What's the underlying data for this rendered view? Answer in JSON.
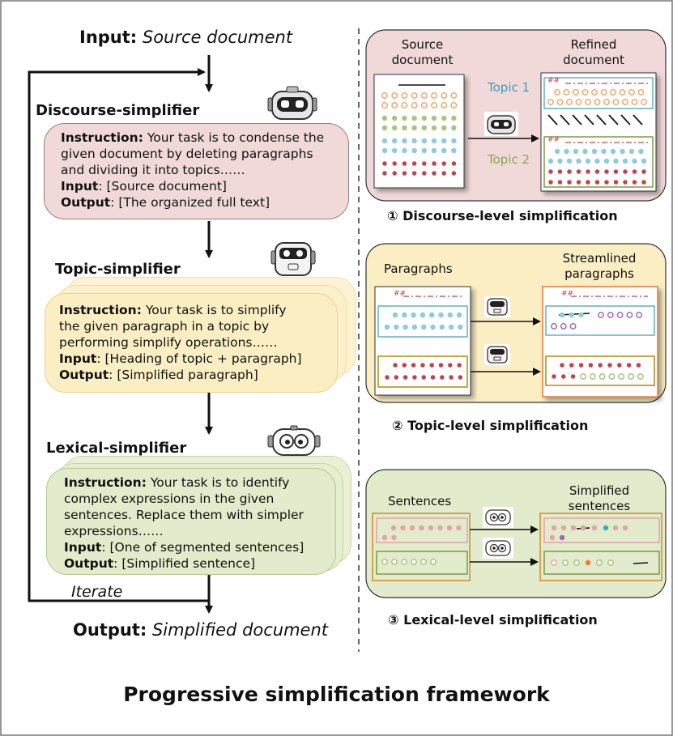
{
  "left": {
    "input_label": "Input:",
    "input_value": "Source document",
    "output_label": "Output:",
    "output_value": "Simplified document",
    "iterate": "Iterate",
    "stages": [
      {
        "name": "Discourse-simplifier",
        "color": "#f2d9d9",
        "lines": [
          {
            "b": "Instruction:",
            "t": " Your task is to condense the"
          },
          {
            "b": "",
            "t": "given document by deleting paragraphs"
          },
          {
            "b": "",
            "t": "and dividing it into topics……"
          },
          {
            "b": "Input",
            "t": ": [Source document]"
          },
          {
            "b": "Output",
            "t": ": [The organized full text]"
          }
        ]
      },
      {
        "name": "Topic-simplifier",
        "color": "#fbeec3",
        "lines": [
          {
            "b": "Instruction:",
            "t": " Your task is to simplify"
          },
          {
            "b": "",
            "t": "the given paragraph in a topic by"
          },
          {
            "b": "",
            "t": "performing simplify operations……"
          },
          {
            "b": "Input",
            "t": ": [Heading of topic + paragraph]"
          },
          {
            "b": "Output",
            "t": ": [Simplified paragraph]"
          }
        ]
      },
      {
        "name": "Lexical-simplifier",
        "color": "#e2ebcb",
        "lines": [
          {
            "b": "Instruction:",
            "t": " Your task is to identify"
          },
          {
            "b": "",
            "t": "complex expressions in the given"
          },
          {
            "b": "",
            "t": "sentences. Replace them with simpler"
          },
          {
            "b": "",
            "t": "expressions……"
          },
          {
            "b": "Input",
            "t": ": [One of segmented sentences]"
          },
          {
            "b": "Output",
            "t": ": [Simplified sentence]"
          }
        ]
      }
    ]
  },
  "right": {
    "discourse": {
      "left_title": [
        "Source",
        "document"
      ],
      "right_title": [
        "Refined",
        "document"
      ],
      "topic1": "Topic 1",
      "topic2": "Topic 2",
      "heading_mark": "##",
      "caption": "① Discourse-level simplification"
    },
    "topic": {
      "left_title": "Paragraphs",
      "right_title": [
        "Streamlined",
        "paragraphs"
      ],
      "heading_mark": "##",
      "caption": "② Topic-level simplification"
    },
    "lexical": {
      "left_title": "Sentences",
      "right_title": [
        "Simplified",
        "sentences"
      ],
      "caption": "③ Lexical-level simplification"
    }
  },
  "footer_title": "Progressive simplification framework",
  "colors": {
    "discourse_bg": "#f2d9d9",
    "topic_bg": "#fbeec3",
    "lexical_bg": "#e2ebcb",
    "orange_dot": "#f0a868",
    "green_dot": "#a9c47f",
    "blue_dot": "#8ccbe0",
    "red_dot": "#c4424a",
    "pink_dot": "#e7a1a8",
    "purple_dot": "#9a6bb5",
    "topic1_text": "#3a9fc2",
    "topic2_text": "#88a84a",
    "box_blue": "#5fb1cc",
    "box_gold": "#b8860b",
    "box_orange": "#e07a3a",
    "box_green": "#7e9a45"
  }
}
